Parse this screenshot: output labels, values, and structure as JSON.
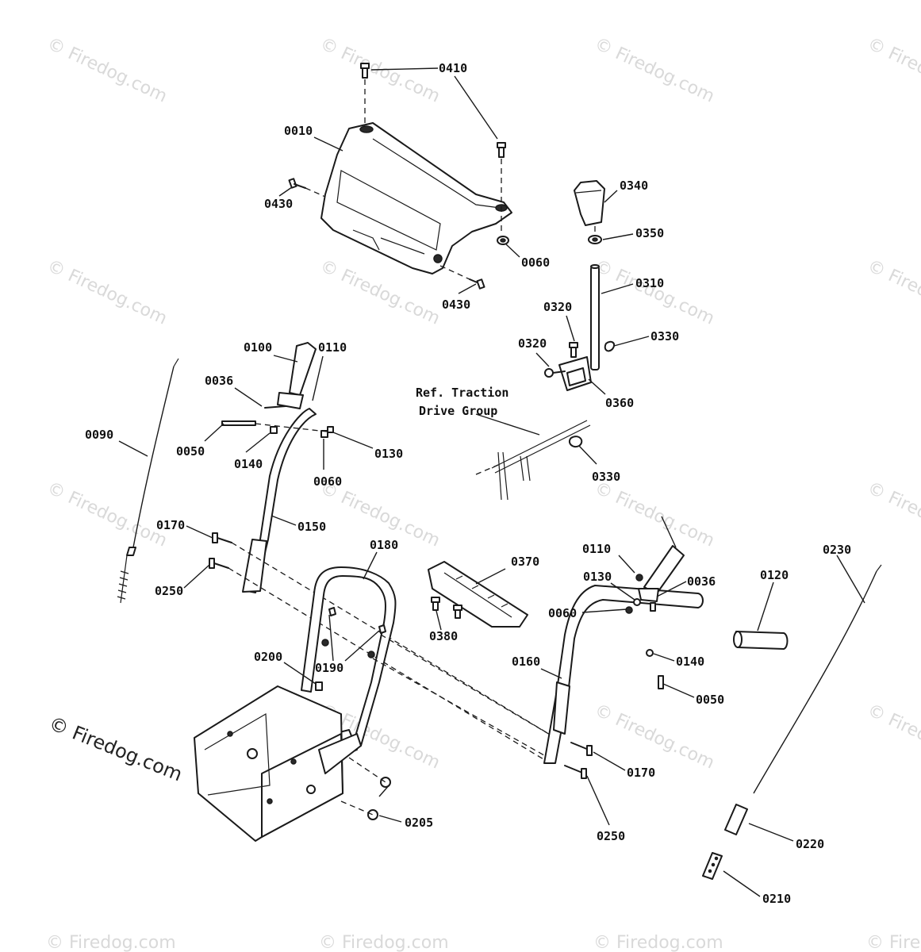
{
  "watermark": "© Firedog.com",
  "copyright": "© Firedog.com",
  "reference_note": {
    "line1": "Ref. Traction",
    "line2": "Drive Group"
  },
  "callouts": {
    "c0010": "0010",
    "c0036a": "0036",
    "c0036b": "0036",
    "c0050a": "0050",
    "c0050b": "0050",
    "c0060a": "0060",
    "c0060b": "0060",
    "c0060c": "0060",
    "c0090": "0090",
    "c0100": "0100",
    "c0110a": "0110",
    "c0110b": "0110",
    "c0120": "0120",
    "c0130a": "0130",
    "c0130b": "0130",
    "c0140a": "0140",
    "c0140b": "0140",
    "c0150": "0150",
    "c0160": "0160",
    "c0170a": "0170",
    "c0170b": "0170",
    "c0180": "0180",
    "c0190": "0190",
    "c0200": "0200",
    "c0205": "0205",
    "c0210": "0210",
    "c0220": "0220",
    "c0230": "0230",
    "c0250a": "0250",
    "c0250b": "0250",
    "c0310": "0310",
    "c0320a": "0320",
    "c0320b": "0320",
    "c0330a": "0330",
    "c0330b": "0330",
    "c0340": "0340",
    "c0350": "0350",
    "c0360": "0360",
    "c0370": "0370",
    "c0380": "0380",
    "c0410": "0410",
    "c0430a": "0430",
    "c0430b": "0430"
  }
}
